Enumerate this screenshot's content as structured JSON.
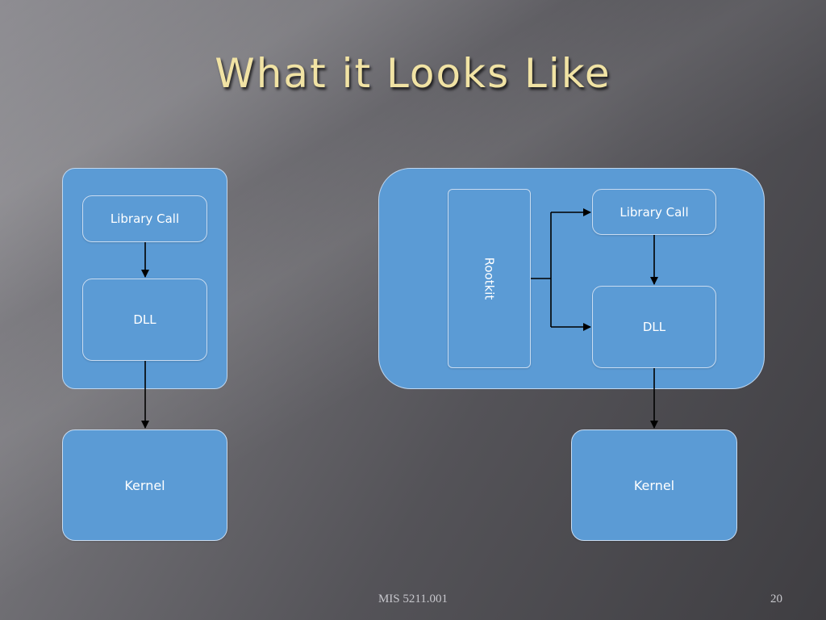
{
  "title": "What it Looks Like",
  "left_diagram": {
    "library_call": "Library Call",
    "dll": "DLL",
    "kernel": "Kernel"
  },
  "right_diagram": {
    "rootkit": "Rootkit",
    "library_call": "Library Call",
    "dll": "DLL",
    "kernel": "Kernel"
  },
  "footer": {
    "course": "MIS 5211.001",
    "page_number": "20"
  },
  "colors": {
    "box_fill": "#5b9bd5",
    "title_text": "#f1e3a4"
  }
}
